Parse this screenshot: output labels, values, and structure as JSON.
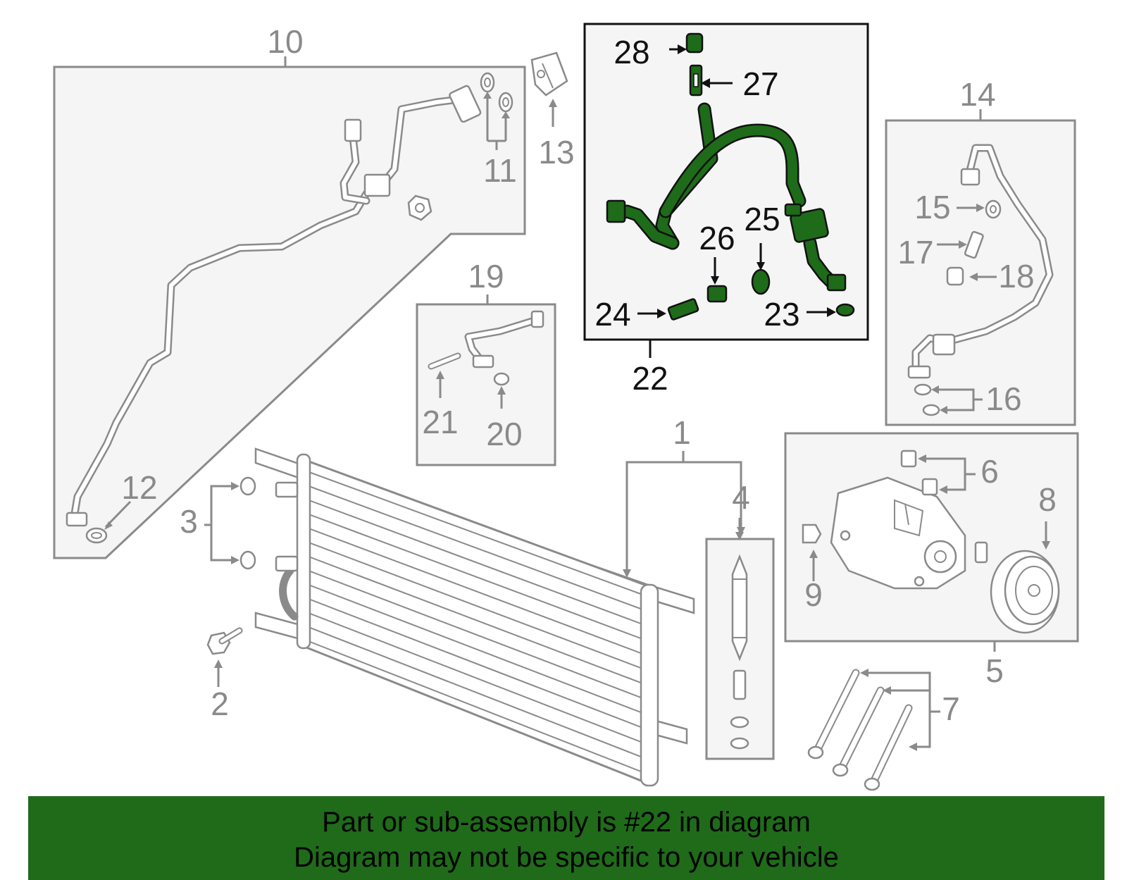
{
  "diagram": {
    "highlight_color": "#1f6b1a",
    "callouts": [
      "1",
      "2",
      "3",
      "4",
      "5",
      "6",
      "7",
      "8",
      "9",
      "10",
      "11",
      "12",
      "13",
      "14",
      "15",
      "16",
      "17",
      "18",
      "19",
      "20",
      "21",
      "22",
      "23",
      "24",
      "25",
      "26",
      "27",
      "28"
    ],
    "highlighted_callouts": [
      "22",
      "23",
      "24",
      "25",
      "26",
      "27",
      "28"
    ]
  },
  "banner": {
    "line1": "Part or sub-assembly is #22 in diagram",
    "line2": "Diagram may not be specific to your vehicle"
  }
}
